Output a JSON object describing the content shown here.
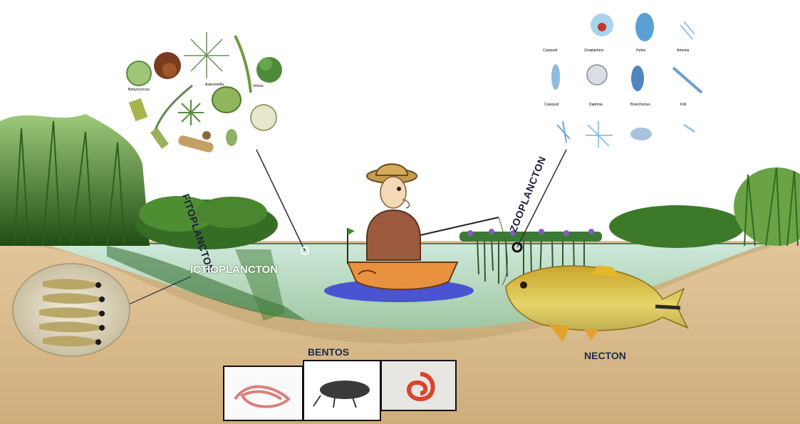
{
  "labels": {
    "fitoplancton": "FITOPLANCTON",
    "zooplancton": "ZOOPLANCTON",
    "ictioplancton": "ICTIOPLANCTON",
    "bentos": "BENTOS",
    "necton": "NECTON"
  },
  "colors": {
    "sky": "#ffffff",
    "soil": "#d8b889",
    "water": "#bfe3d6",
    "vegetation": "#2f6b1f",
    "boat": "#e08a3a",
    "fish": "#d9b93a",
    "label_text": "#1d1d3a"
  },
  "icons": [
    "phytoplankton-cluster",
    "zooplankton-cluster",
    "fisherman",
    "boat",
    "golden-fish",
    "fish-larvae",
    "worm",
    "beetle",
    "millipede"
  ]
}
